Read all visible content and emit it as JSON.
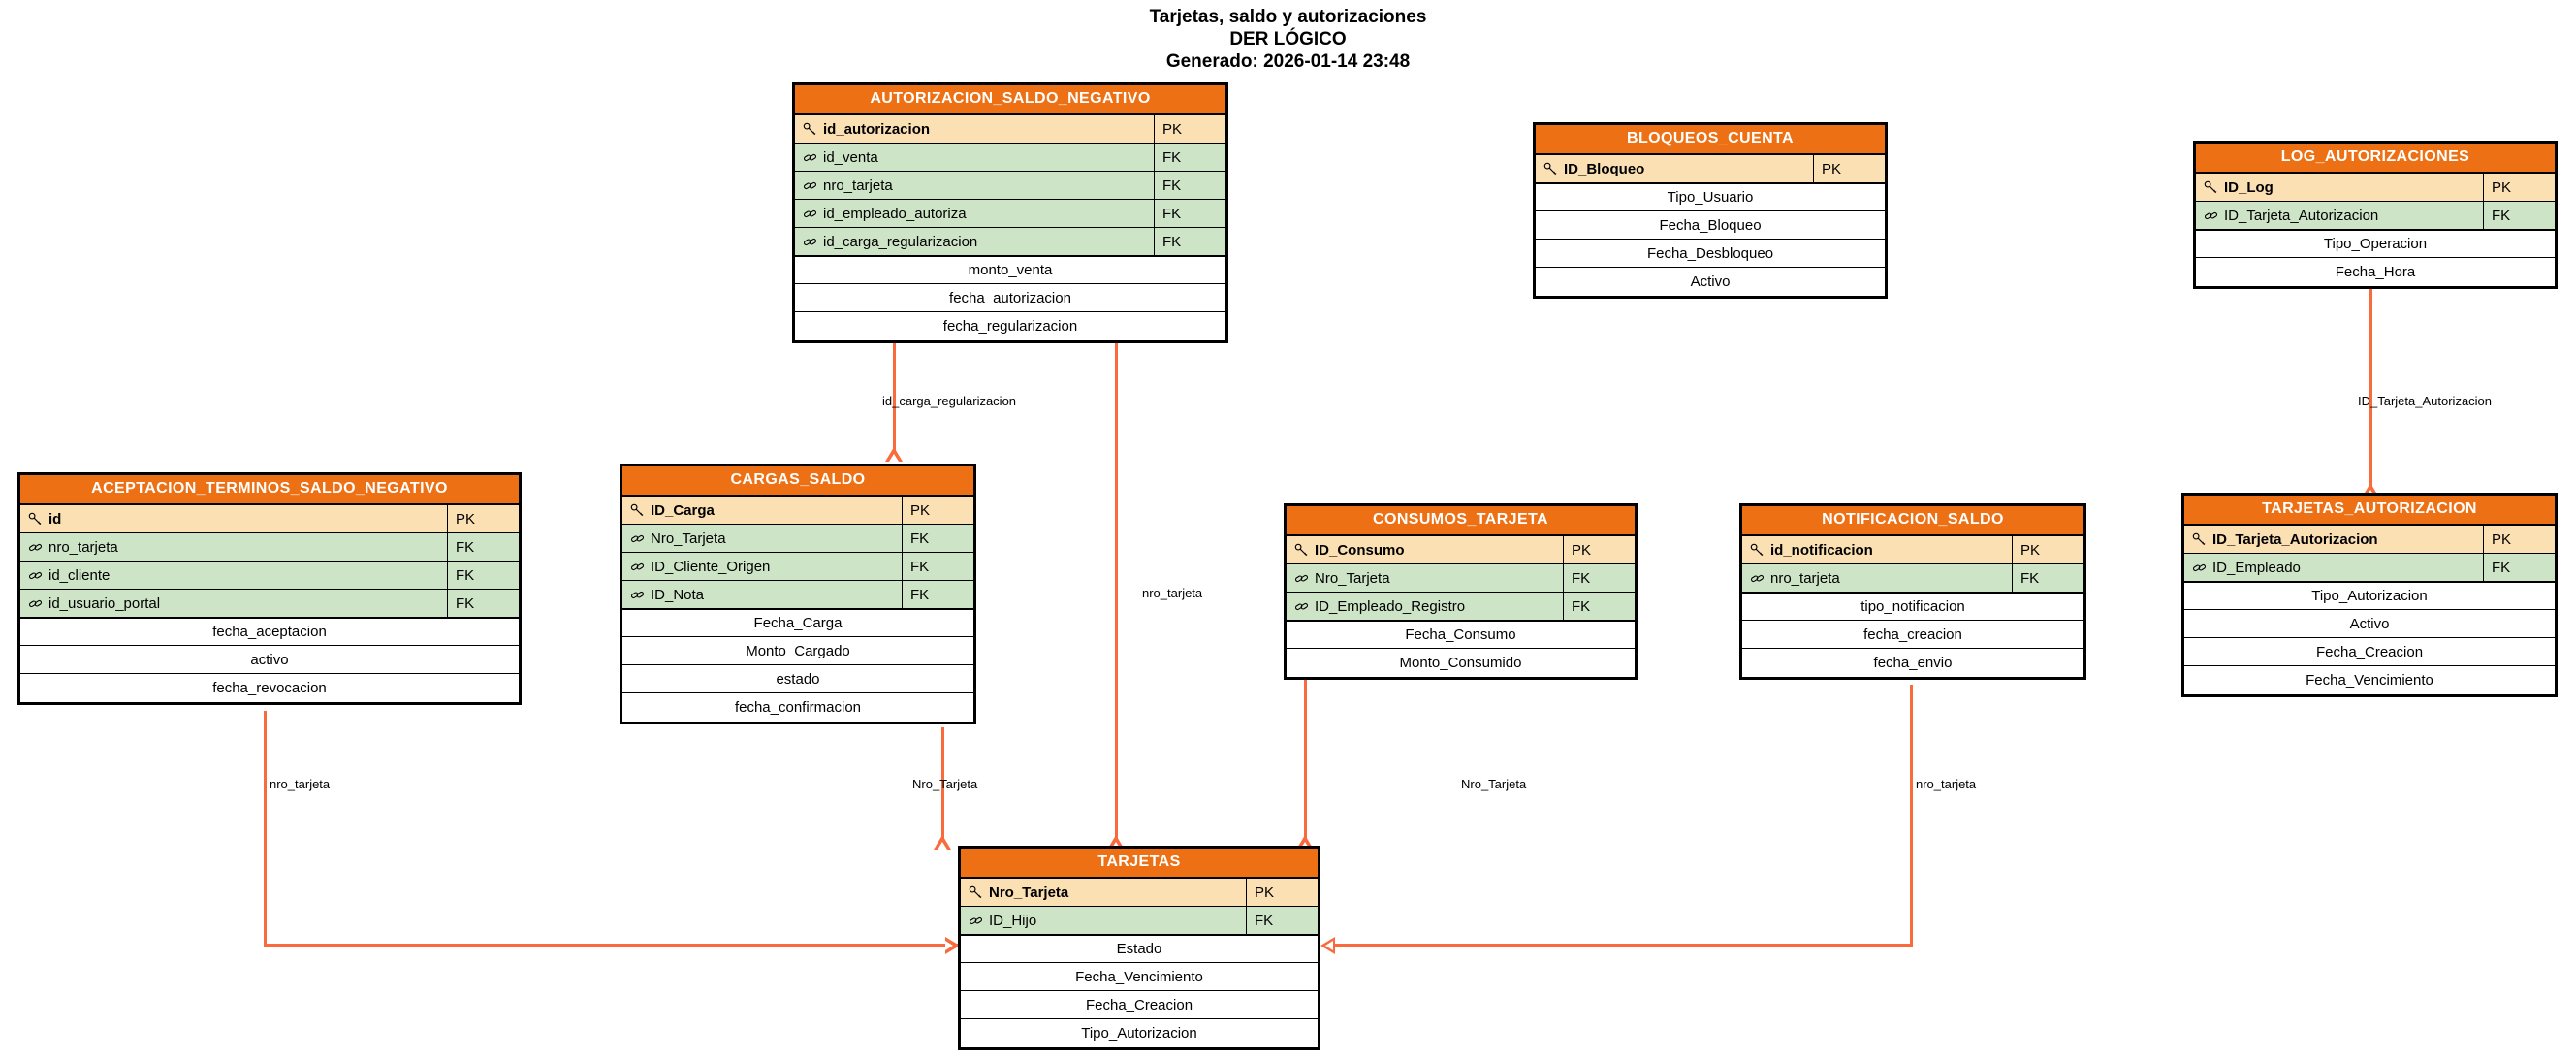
{
  "title": {
    "line1": "Tarjetas, saldo y autorizaciones",
    "line2": "DER LÓGICO",
    "line3": "Generado: 2026-01-14 23:48"
  },
  "theme": {
    "header_bg": "#ED7014",
    "header_fg": "#FFFFFF",
    "pk_bg": "#FBE0B4",
    "fk_bg": "#CDE4C6",
    "attr_bg": "#FFFFFF",
    "border": "#000000",
    "connector": "#F96B3C"
  },
  "tags": {
    "pk": "PK",
    "fk": "FK"
  },
  "entities": [
    {
      "id": "autorizacion_saldo_negativo",
      "name": "AUTORIZACION_SALDO_NEGATIVO",
      "keys": [
        {
          "icon": "key-icon",
          "name": "id_autorizacion",
          "tag": "PK",
          "kind": "pk"
        },
        {
          "icon": "link-icon",
          "name": "id_venta",
          "tag": "FK",
          "kind": "fk"
        },
        {
          "icon": "link-icon",
          "name": "nro_tarjeta",
          "tag": "FK",
          "kind": "fk"
        },
        {
          "icon": "link-icon",
          "name": "id_empleado_autoriza",
          "tag": "FK",
          "kind": "fk"
        },
        {
          "icon": "link-icon",
          "name": "id_carga_regularizacion",
          "tag": "FK",
          "kind": "fk"
        }
      ],
      "attributes": [
        "monto_venta",
        "fecha_autorizacion",
        "fecha_regularizacion"
      ]
    },
    {
      "id": "bloqueos_cuenta",
      "name": "BLOQUEOS_CUENTA",
      "keys": [
        {
          "icon": "key-icon",
          "name": "ID_Bloqueo",
          "tag": "PK",
          "kind": "pk"
        }
      ],
      "attributes": [
        "Tipo_Usuario",
        "Fecha_Bloqueo",
        "Fecha_Desbloqueo",
        "Activo"
      ]
    },
    {
      "id": "log_autorizaciones",
      "name": "LOG_AUTORIZACIONES",
      "keys": [
        {
          "icon": "key-icon",
          "name": "ID_Log",
          "tag": "PK",
          "kind": "pk"
        },
        {
          "icon": "link-icon",
          "name": "ID_Tarjeta_Autorizacion",
          "tag": "FK",
          "kind": "fk"
        }
      ],
      "attributes": [
        "Tipo_Operacion",
        "Fecha_Hora"
      ]
    },
    {
      "id": "aceptacion_terminos_saldo_negativo",
      "name": "ACEPTACION_TERMINOS_SALDO_NEGATIVO",
      "keys": [
        {
          "icon": "key-icon",
          "name": "id",
          "tag": "PK",
          "kind": "pk"
        },
        {
          "icon": "link-icon",
          "name": "nro_tarjeta",
          "tag": "FK",
          "kind": "fk"
        },
        {
          "icon": "link-icon",
          "name": "id_cliente",
          "tag": "FK",
          "kind": "fk"
        },
        {
          "icon": "link-icon",
          "name": "id_usuario_portal",
          "tag": "FK",
          "kind": "fk"
        }
      ],
      "attributes": [
        "fecha_aceptacion",
        "activo",
        "fecha_revocacion"
      ]
    },
    {
      "id": "cargas_saldo",
      "name": "CARGAS_SALDO",
      "keys": [
        {
          "icon": "key-icon",
          "name": "ID_Carga",
          "tag": "PK",
          "kind": "pk"
        },
        {
          "icon": "link-icon",
          "name": "Nro_Tarjeta",
          "tag": "FK",
          "kind": "fk"
        },
        {
          "icon": "link-icon",
          "name": "ID_Cliente_Origen",
          "tag": "FK",
          "kind": "fk"
        },
        {
          "icon": "link-icon",
          "name": "ID_Nota",
          "tag": "FK",
          "kind": "fk"
        }
      ],
      "attributes": [
        "Fecha_Carga",
        "Monto_Cargado",
        "estado",
        "fecha_confirmacion"
      ]
    },
    {
      "id": "consumos_tarjeta",
      "name": "CONSUMOS_TARJETA",
      "keys": [
        {
          "icon": "key-icon",
          "name": "ID_Consumo",
          "tag": "PK",
          "kind": "pk"
        },
        {
          "icon": "link-icon",
          "name": "Nro_Tarjeta",
          "tag": "FK",
          "kind": "fk"
        },
        {
          "icon": "link-icon",
          "name": "ID_Empleado_Registro",
          "tag": "FK",
          "kind": "fk"
        }
      ],
      "attributes": [
        "Fecha_Consumo",
        "Monto_Consumido"
      ]
    },
    {
      "id": "notificacion_saldo",
      "name": "NOTIFICACION_SALDO",
      "keys": [
        {
          "icon": "key-icon",
          "name": "id_notificacion",
          "tag": "PK",
          "kind": "pk"
        },
        {
          "icon": "link-icon",
          "name": "nro_tarjeta",
          "tag": "FK",
          "kind": "fk"
        }
      ],
      "attributes": [
        "tipo_notificacion",
        "fecha_creacion",
        "fecha_envio"
      ]
    },
    {
      "id": "tarjetas_autorizacion",
      "name": "TARJETAS_AUTORIZACION",
      "keys": [
        {
          "icon": "key-icon",
          "name": "ID_Tarjeta_Autorizacion",
          "tag": "PK",
          "kind": "pk"
        },
        {
          "icon": "link-icon",
          "name": "ID_Empleado",
          "tag": "FK",
          "kind": "fk"
        }
      ],
      "attributes": [
        "Tipo_Autorizacion",
        "Activo",
        "Fecha_Creacion",
        "Fecha_Vencimiento"
      ]
    },
    {
      "id": "tarjetas",
      "name": "TARJETAS",
      "keys": [
        {
          "icon": "key-icon",
          "name": "Nro_Tarjeta",
          "tag": "PK",
          "kind": "pk"
        },
        {
          "icon": "link-icon",
          "name": "ID_Hijo",
          "tag": "FK",
          "kind": "fk"
        }
      ],
      "attributes": [
        "Estado",
        "Fecha_Vencimiento",
        "Fecha_Creacion",
        "Tipo_Autorizacion"
      ]
    }
  ],
  "relationships": [
    {
      "id": "rel-autoriz-cargas",
      "from": "AUTORIZACION_SALDO_NEGATIVO",
      "to": "CARGAS_SALDO",
      "label": "id_carga_regularizacion"
    },
    {
      "id": "rel-autoriz-tarjetas",
      "from": "AUTORIZACION_SALDO_NEGATIVO",
      "to": "TARJETAS",
      "label": "nro_tarjeta"
    },
    {
      "id": "rel-acept-tarjetas",
      "from": "ACEPTACION_TERMINOS_SALDO_NEGATIVO",
      "to": "TARJETAS",
      "label": "nro_tarjeta"
    },
    {
      "id": "rel-cargas-tarjetas",
      "from": "CARGAS_SALDO",
      "to": "TARJETAS",
      "label": "Nro_Tarjeta"
    },
    {
      "id": "rel-consumos-tarjetas",
      "from": "CONSUMOS_TARJETA",
      "to": "TARJETAS",
      "label": "Nro_Tarjeta"
    },
    {
      "id": "rel-notif-tarjetas",
      "from": "NOTIFICACION_SALDO",
      "to": "TARJETAS",
      "label": "nro_tarjeta"
    },
    {
      "id": "rel-log-tarjaut",
      "from": "LOG_AUTORIZACIONES",
      "to": "TARJETAS_AUTORIZACION",
      "label": "ID_Tarjeta_Autorizacion"
    }
  ]
}
